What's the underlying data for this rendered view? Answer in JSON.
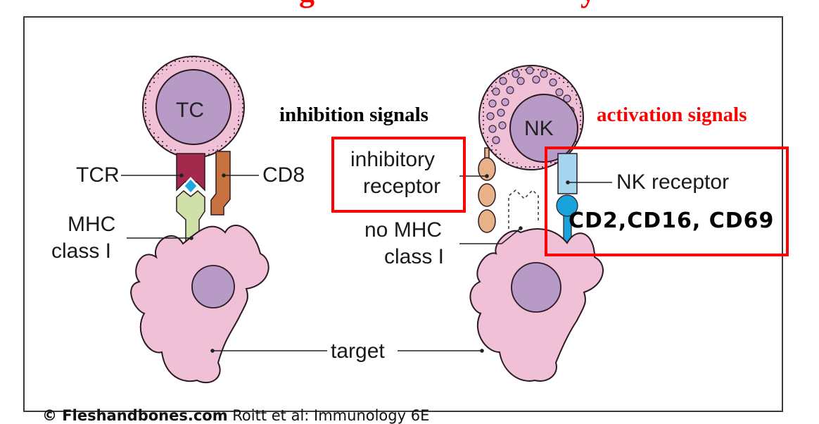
{
  "title": {
    "fragment_left": "g",
    "fragment_right": "y",
    "color": "#ff0000"
  },
  "signals": {
    "inhibition": "inhibition signals",
    "activation": "activation signals",
    "activation_color": "#ff0000"
  },
  "left_panel": {
    "cell_label": "TC",
    "tcr_label": "TCR",
    "cd8_label": "CD8",
    "mhc_label_line1": "MHC",
    "mhc_label_line2": "class I"
  },
  "right_panel": {
    "cell_label": "NK",
    "inhibitory_line1": "inhibitory",
    "inhibitory_line2": "receptor",
    "no_mhc_line1": "no MHC",
    "no_mhc_line2": "class I",
    "nk_receptor_label": "NK receptor",
    "receptor_examples": "CD2,CD16, CD69"
  },
  "target_label": "target",
  "copyright": {
    "site": "© Fleshandbones.com",
    "source": " Roitt et al: Immunology 6E"
  },
  "colors": {
    "cell_pink": "#efc0d6",
    "nucleus_purple": "#b79ac6",
    "tcr_maroon": "#a3294d",
    "cd8_orange": "#c8733f",
    "mhc_green": "#cfe0a8",
    "antigen_blue": "#1fa7de",
    "inhibitory_tan": "#e8b188",
    "nk_receptor_light_blue": "#a7d5f0",
    "nk_ligand_blue": "#19a2dc",
    "highlight_red": "#ff0000"
  }
}
